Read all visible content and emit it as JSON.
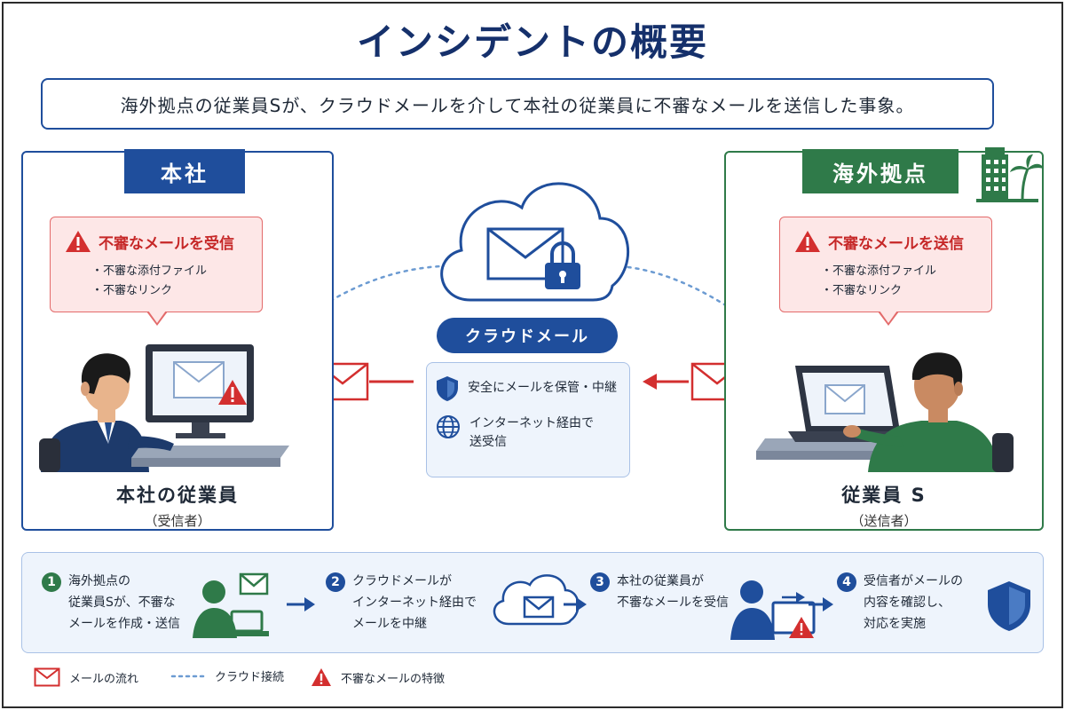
{
  "title": "インシデントの概要",
  "summary": "海外拠点の従業員Sが、クラウドメールを介して本社の従業員に不審なメールを送信した事象。",
  "hq": {
    "tag": "本社",
    "bubble_title": "不審なメールを受信",
    "bubble_items": [
      "不審な添付ファイル",
      "不審なリンク"
    ],
    "person_name": "本社の従業員",
    "person_role": "（受信者）"
  },
  "overseas": {
    "tag": "海外拠点",
    "bubble_title": "不審なメールを送信",
    "bubble_items": [
      "不審な添付ファイル",
      "不審なリンク"
    ],
    "person_name": "従業員 S",
    "person_role": "（送信者）"
  },
  "cloud": {
    "label": "クラウドメール",
    "info": [
      {
        "icon": "shield-icon",
        "lines": [
          "安全にメールを保管・中継"
        ]
      },
      {
        "icon": "globe-icon",
        "lines": [
          "インターネット経由で",
          "送受信"
        ]
      }
    ]
  },
  "steps": [
    {
      "num": "1",
      "lines": [
        "海外拠点の",
        "従業員Sが、不審な",
        "メールを作成・送信"
      ]
    },
    {
      "num": "2",
      "lines": [
        "クラウドメールが",
        "インターネット経由で",
        "メールを中継"
      ]
    },
    {
      "num": "3",
      "lines": [
        "本社の従業員が",
        "不審なメールを受信"
      ]
    },
    {
      "num": "4",
      "lines": [
        "受信者がメールの",
        "内容を確認し、",
        "対応を実施"
      ]
    }
  ],
  "legend": [
    "メールの流れ",
    "クラウド接続",
    "不審なメールの特徴"
  ],
  "colors": {
    "navy": "#15306b",
    "blue": "#1f4e9c",
    "green": "#2f7a49",
    "red": "#d32f2f",
    "light_blue": "#eef4fc",
    "pink": "#fde7e7"
  }
}
